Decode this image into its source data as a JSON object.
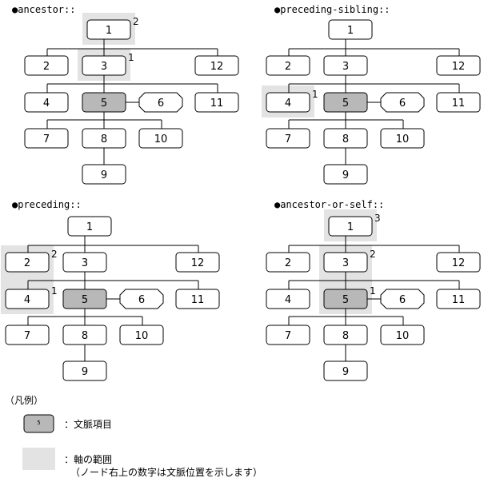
{
  "panels": [
    {
      "title": "●ancestor::",
      "context_node": "5",
      "axis_nodes": [
        "1",
        "3"
      ],
      "positions": {
        "1": "2",
        "3": "1"
      }
    },
    {
      "title": "●preceding-sibling::",
      "context_node": "5",
      "axis_nodes": [
        "4"
      ],
      "positions": {
        "4": "1"
      }
    },
    {
      "title": "●preceding::",
      "context_node": "5",
      "axis_nodes": [
        "2",
        "4"
      ],
      "positions": {
        "2": "2",
        "4": "1"
      }
    },
    {
      "title": "●ancestor-or-self::",
      "context_node": "5",
      "axis_nodes": [
        "1",
        "3",
        "5"
      ],
      "positions": {
        "1": "3",
        "3": "2",
        "5": "1"
      }
    }
  ],
  "tree": {
    "nodes": [
      "1",
      "2",
      "3",
      "12",
      "4",
      "5",
      "6",
      "11",
      "7",
      "8",
      "10",
      "9"
    ],
    "attribute_nodes": [
      "6"
    ],
    "edges": [
      [
        "1",
        "2"
      ],
      [
        "1",
        "3"
      ],
      [
        "1",
        "12"
      ],
      [
        "3",
        "4"
      ],
      [
        "3",
        "5"
      ],
      [
        "3",
        "11"
      ],
      [
        "5",
        "6"
      ],
      [
        "5",
        "7"
      ],
      [
        "5",
        "8"
      ],
      [
        "5",
        "10"
      ],
      [
        "8",
        "9"
      ]
    ]
  },
  "legend": {
    "title": "（凡例）",
    "context_sample": "5",
    "context_label": "：文脈項目",
    "axis_label": "：軸の範囲",
    "axis_note": "（ノード右上の数字は文脈位置を示します）"
  },
  "colors": {
    "context_fill": "#b8b8b8",
    "highlight": "#e3e3e3",
    "node_fill": "#ffffff",
    "stroke": "#000000"
  }
}
